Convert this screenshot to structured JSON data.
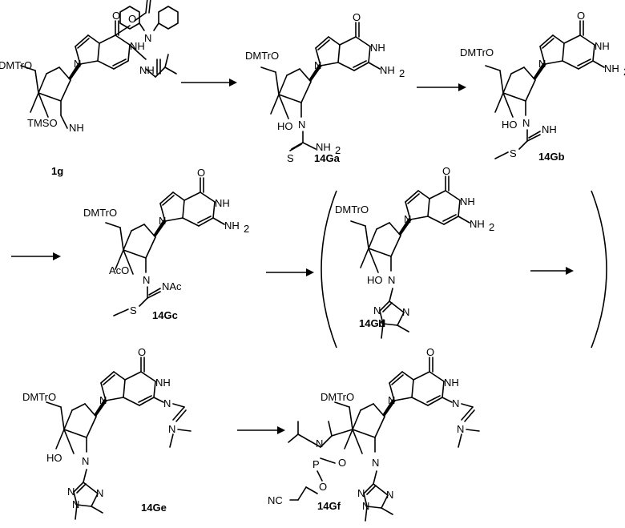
{
  "scheme": {
    "compounds": {
      "c1g": {
        "id": "1g"
      },
      "c14Ga": {
        "id": "14Ga"
      },
      "c14Gb": {
        "id": "14Gb"
      },
      "c14Gc": {
        "id": "14Gc"
      },
      "c14Gd": {
        "id": "14Gd"
      },
      "c14Ge": {
        "id": "14Ge"
      },
      "c14Gf": {
        "id": "14Gf"
      }
    },
    "labels": {
      "dmtro": "DMTrO",
      "tmso": "TMSO",
      "nh": "NH",
      "h": "H",
      "n": "N",
      "o": "O",
      "nh2": "NH",
      "sub2": "2",
      "ho": "HO",
      "s": "S",
      "nh_imine": "NH",
      "aco": "AcO",
      "nac": "NAc",
      "p": "P",
      "nc": "NC"
    }
  }
}
